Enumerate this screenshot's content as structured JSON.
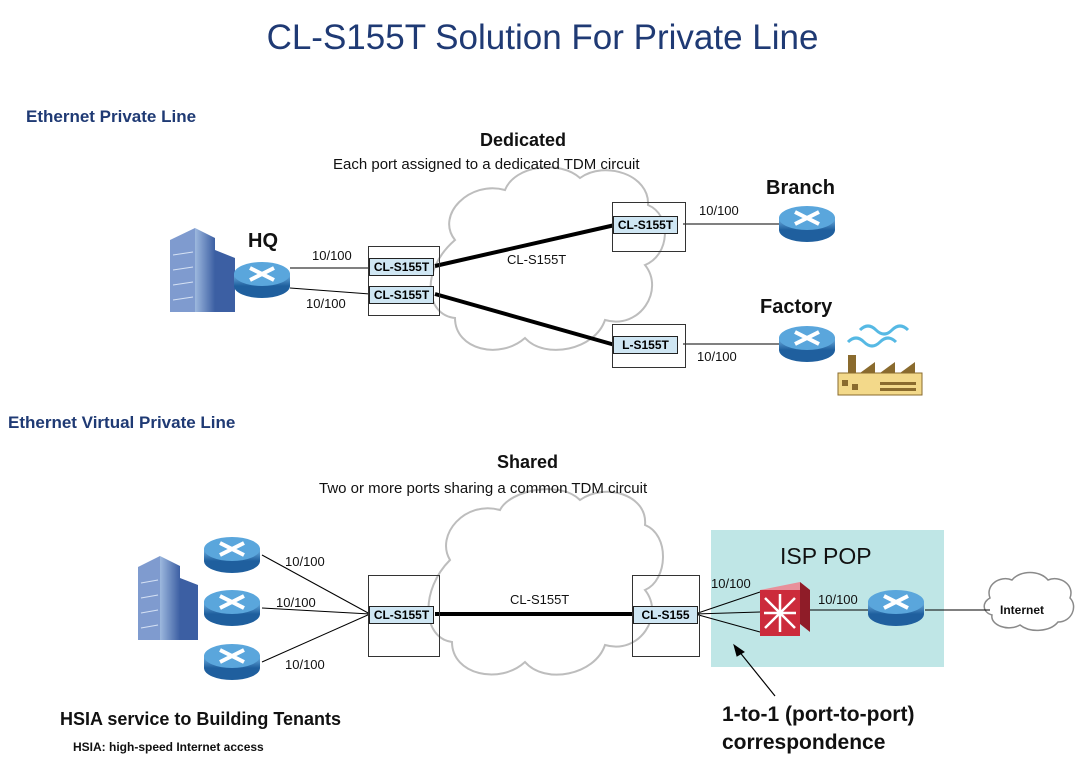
{
  "title": "CL-S155T Solution For Private Line",
  "epl": {
    "section_title": "Ethernet Private Line",
    "header": "Dedicated",
    "subheader": "Each port assigned to a dedicated TDM circuit",
    "cloud_label": "CL-S155T",
    "hq_label": "HQ",
    "branch_label": "Branch",
    "factory_label": "Factory",
    "links": [
      "10/100",
      "10/100",
      "10/100",
      "10/100"
    ],
    "device_labels": [
      "CL-S155T",
      "CL-S155T",
      "CL-S155T",
      "L-S155T"
    ]
  },
  "evpl": {
    "section_title": "Ethernet Virtual Private Line",
    "header": "Shared",
    "subheader": "Two or more ports sharing a common TDM circuit",
    "cloud_label": "CL-S155T",
    "links": [
      "10/100",
      "10/100",
      "10/100",
      "10/100",
      "10/100"
    ],
    "device_labels": [
      "CL-S155T",
      "CL-S155"
    ],
    "isp_pop": "ISP POP",
    "internet": "Internet",
    "hsia_title": "HSIA service to Building Tenants",
    "hsia_note": "HSIA: high-speed Internet access",
    "correspondence": [
      "1-to-1 (port-to-port)",
      "correspondence"
    ]
  },
  "colors": {
    "title": "#1f3a74",
    "router_blue": "#2e7fc1",
    "isp_bg": "#bfe6e6",
    "switch_red": "#cc2b3b",
    "device_fill": "#cfe6f3"
  },
  "icons": [
    "building-icon",
    "router-icon",
    "cloud-icon",
    "factory-icon",
    "switch-icon"
  ]
}
